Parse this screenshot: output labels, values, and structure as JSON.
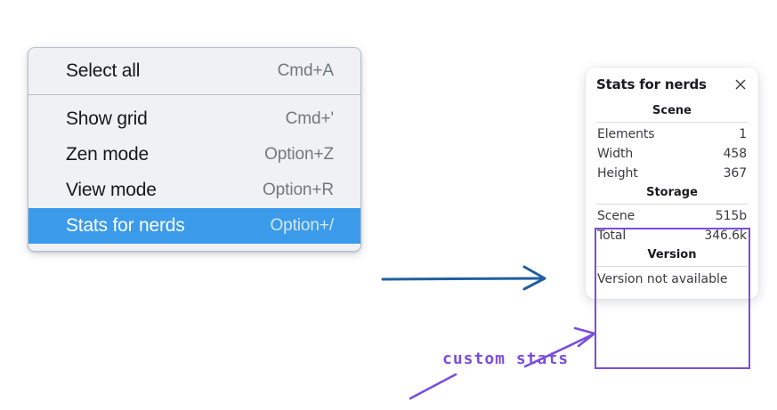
{
  "context_menu": {
    "groups": [
      {
        "items": [
          {
            "label": "Select all",
            "shortcut": "Cmd+A",
            "selected": false
          }
        ]
      },
      {
        "items": [
          {
            "label": "Show grid",
            "shortcut": "Cmd+'",
            "selected": false
          },
          {
            "label": "Zen mode",
            "shortcut": "Option+Z",
            "selected": false
          },
          {
            "label": "View mode",
            "shortcut": "Option+R",
            "selected": false
          },
          {
            "label": "Stats for nerds",
            "shortcut": "Option+/",
            "selected": true
          }
        ]
      }
    ],
    "highlight_color": "#3b9bea",
    "background_color": "#f0f1f4"
  },
  "stats_panel": {
    "title": "Stats for nerds",
    "close_icon": "close-icon",
    "sections": [
      {
        "heading": "Scene",
        "rows": [
          {
            "key": "Elements",
            "value": "1"
          },
          {
            "key": "Width",
            "value": "458"
          },
          {
            "key": "Height",
            "value": "367"
          }
        ]
      },
      {
        "heading": "Storage",
        "rows": [
          {
            "key": "Scene",
            "value": "515b"
          },
          {
            "key": "Total",
            "value": "346.6k"
          }
        ]
      },
      {
        "heading": "Version",
        "full_rows": [
          "Version not available"
        ]
      }
    ]
  },
  "annotations": {
    "custom_stats_label": "custom stats",
    "highlight_box_color": "#7c4dde",
    "pointer_arrow_color": "#7b4ddb",
    "flow_arrow_color": "#1f5fa0"
  }
}
